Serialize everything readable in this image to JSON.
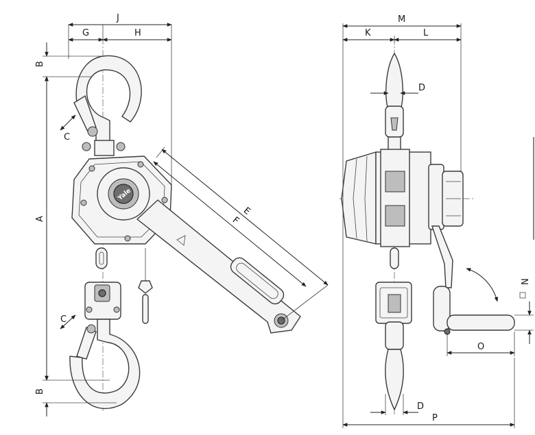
{
  "dimensions": {
    "left_view": {
      "J": "J",
      "G": "G",
      "H": "H",
      "B_top": "B",
      "B_bottom": "B",
      "A": "A",
      "C_top": "C",
      "C_bottom": "C",
      "E": "E",
      "F": "F"
    },
    "right_view": {
      "M": "M",
      "K": "K",
      "L": "L",
      "D_top": "D",
      "D_bottom": "D",
      "N": "N",
      "O": "O",
      "P": "P"
    }
  },
  "brand_mark": "Yale",
  "colors": {
    "line": "#222222",
    "body": "#f4f4f4",
    "shade": "#6d6d6d"
  }
}
